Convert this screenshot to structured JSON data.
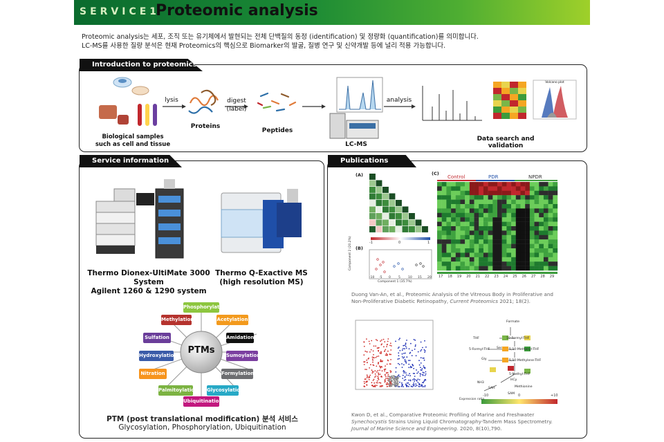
{
  "banner": {
    "tag": "SERVICE1",
    "title": "Proteomic analysis"
  },
  "intro": {
    "line1": "Proteomic analysis는 세포, 조직 또는 유기체에서 발현되는 전체 단백질의 동정 (identification) 및 정량화 (quantification)를 의미합니다.",
    "line2": "LC-MS를 사용한 질량 분석은 현재 Proteomics의 핵심으로 Biomarker의 발굴, 질병 연구 및 신약개발 등에 널리 적용 가능합니다."
  },
  "introduction_panel": {
    "tab": "Introduction to proteomics",
    "bio_samples_line1": "Biological samples",
    "bio_samples_line2": "such as cell and tissue",
    "lysis": "lysis",
    "proteins": "Proteins",
    "digest_line1": "digest",
    "digest_line2": "(label)",
    "peptides": "Peptides",
    "lcms": "LC-MS",
    "analysis": "analysis",
    "data_search": "Data search and validation",
    "volcano_title": "Volcano plot"
  },
  "service_panel": {
    "tab": "Service information",
    "equip1_line1": "Thermo Dionex-UltiMate 3000",
    "equip1_line2": "System",
    "equip1_line3": "Agilent 1260 & 1290 system",
    "equip2_line1": "Thermo Q-Exactive MS",
    "equip2_line2": "(high resolution MS)",
    "ptm_center": "PTMs",
    "ptm_items": [
      {
        "label": "Phosphorylation",
        "color": "#8dc63f"
      },
      {
        "label": "Acetylation",
        "color": "#f39a1d"
      },
      {
        "label": "Amidation",
        "color": "#111111"
      },
      {
        "label": "Sumoylation",
        "color": "#7b3fa0"
      },
      {
        "label": "Formylation",
        "color": "#6d6e71"
      },
      {
        "label": "Glycosylation",
        "color": "#27a9c6"
      },
      {
        "label": "Ubiquitination",
        "color": "#c2187f"
      },
      {
        "label": "Palmitoylation",
        "color": "#7cb342"
      },
      {
        "label": "Nitration",
        "color": "#f7941d"
      },
      {
        "label": "Hydroxylation",
        "color": "#3a5ba8"
      },
      {
        "label": "Sulfation",
        "color": "#6a3d9a"
      },
      {
        "label": "Methylation",
        "color": "#b5332e"
      }
    ],
    "ptm_title": "PTM (post translational modification) 분석 서비스",
    "ptm_sub": "Glycosylation, Phosphorylation, Ubiquitination"
  },
  "publications_panel": {
    "tab": "Publications",
    "fig_a": "(A)",
    "fig_b": "(B)",
    "fig_c": "(C)",
    "heat_groups": [
      "Control",
      "PDR",
      "NPDR"
    ],
    "heat_xticks": [
      "17",
      "18",
      "19",
      "20",
      "21",
      "22",
      "23",
      "24",
      "25",
      "26",
      "27",
      "28",
      "29"
    ],
    "pca_xlabel": "Component 1 (35.7%)",
    "pca_ylabel": "Component 2 (20.2%)",
    "pca_xticks": [
      "-10",
      "-5",
      "0",
      "5",
      "10",
      "15",
      "20"
    ],
    "corr_ticks": [
      "-1",
      "0",
      "1"
    ],
    "cite1_text": "Duong Van-An, et al., Proteomic Analysis of the Vitreous Body in Proliferative and Non-Proliferative Diabetic Retinopathy,",
    "cite1_journal": "Current Proteomics",
    "cite1_tail": "2021; 18(2).",
    "pathway_nodes": [
      "Formate",
      "10-Formyl-THF",
      "THF",
      "5,10-Methenyl-THF",
      "5-Formyl-THF",
      "Ser",
      "5,10-Methylene-THF",
      "Gly",
      "5-Methyl-THF",
      "HCy",
      "NH3",
      "SAH",
      "Methionine",
      "SAM"
    ],
    "exp_ratio": "Expression ratio",
    "exp_min": "-10",
    "exp_mid": "0",
    "exp_max": "+10",
    "cite2_text": "Kwon D, et al., Comparative Proteomic Profiling of Marine and Freshwater",
    "cite2_species": "Synechocystis",
    "cite2_text2": "Strains Using Liquid Chromatography-Tandem Mass Spectrometry.",
    "cite2_journal": "Journal of Marine Science and Engineering.",
    "cite2_tail": "2020, 8(10),790."
  }
}
